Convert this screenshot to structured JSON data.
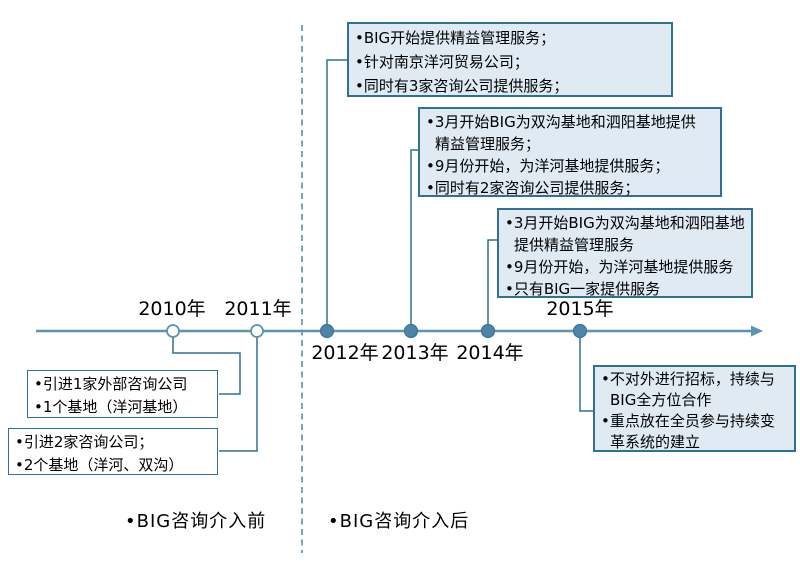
{
  "diagram": {
    "title": "BIG consulting engagement timeline",
    "footer": {
      "before_label": "•BIG咨询介入前",
      "after_label": "•BIG咨询介入后"
    }
  },
  "timeline": {
    "years": [
      {
        "label": "2010年",
        "marker": "open",
        "label_position": "above"
      },
      {
        "label": "2011年",
        "marker": "open",
        "label_position": "above"
      },
      {
        "label": "2012年",
        "marker": "filled",
        "label_position": "below"
      },
      {
        "label": "2013年",
        "marker": "filled",
        "label_position": "below"
      },
      {
        "label": "2014年",
        "marker": "filled",
        "label_position": "below"
      },
      {
        "label": "2015年",
        "marker": "filled",
        "label_position": "above"
      }
    ]
  },
  "boxes": {
    "left": [
      {
        "year": "2010",
        "lines": [
          "•引进1家外部咨询公司",
          "•1个基地（洋河基地）"
        ]
      },
      {
        "year": "2011",
        "lines": [
          "•引进2家咨询公司；",
          "•2个基地（洋河、双沟）"
        ]
      }
    ],
    "right": [
      {
        "year": "2012",
        "lines": [
          "•BIG开始提供精益管理服务；",
          "•针对南京洋河贸易公司；",
          "•同时有3家咨询公司提供服务；"
        ]
      },
      {
        "year": "2013",
        "lines": [
          "•3月开始BIG为双沟基地和泗阳基地提供",
          "精益管理服务；",
          "•9月份开始，为洋河基地提供服务；",
          "•同时有2家咨询公司提供服务；"
        ]
      },
      {
        "year": "2014",
        "lines": [
          "•3月开始BIG为双沟基地和泗阳基地",
          "提供精益管理服务",
          "•9月份开始，为洋河基地提供服务",
          "•只有BIG一家提供服务"
        ]
      },
      {
        "year": "2015",
        "lines": [
          "•不对外进行招标，持续与",
          "BIG全方位合作",
          "•重点放在全员参与持续变",
          "革系统的建立"
        ]
      }
    ]
  },
  "colors": {
    "box_border": "#31708f",
    "box_fill": "#dfeaf3",
    "timeline_line": "#5c93ae",
    "marker_fill": "#4d84a8",
    "separator": "#4d86a8"
  }
}
